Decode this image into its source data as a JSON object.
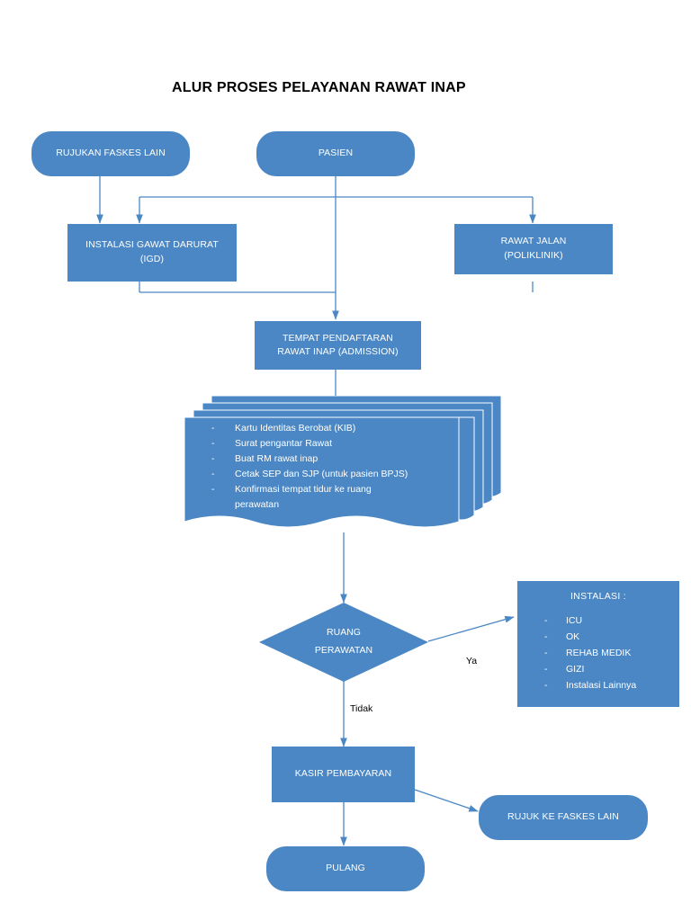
{
  "title": "ALUR PROSES PELAYANAN RAWAT INAP",
  "nodes": {
    "rujukan": "RUJUKAN FASKES LAIN",
    "pasien": "PASIEN",
    "igd_line1": "INSTALASI GAWAT DARURAT",
    "igd_line2": "(IGD)",
    "rawat_jalan_line1": "RAWAT JALAN",
    "rawat_jalan_line2": "(POLIKLINIK)",
    "admission_line1": "TEMPAT PENDAFTARAN",
    "admission_line2": "RAWAT INAP (ADMISSION)",
    "ruang_line1": "RUANG",
    "ruang_line2": "PERAWATAN",
    "kasir": "KASIR PEMBAYARAN",
    "rujuk_faskes": "RUJUK KE FASKES LAIN",
    "pulang": "PULANG"
  },
  "documents": {
    "items": [
      "Kartu Identitas Berobat (KIB)",
      "Surat pengantar Rawat",
      "Buat RM rawat inap",
      "Cetak SEP dan SJP (untuk pasien BPJS)",
      "Konfirmasi tempat tidur ke ruang"
    ],
    "last_item_wrap": "perawatan",
    "bullet": "-"
  },
  "instalasi": {
    "heading": "INSTALASI :",
    "items": [
      "ICU",
      "OK",
      "REHAB MEDIK",
      "GIZI",
      "Instalasi Lainnya"
    ],
    "bullet": "-"
  },
  "edge_labels": {
    "ya": "Ya",
    "tidak": "Tidak"
  },
  "colors": {
    "node_fill": "#4a87c4",
    "connector": "#4a87c4",
    "text": "#ffffff",
    "title": "#000000"
  }
}
